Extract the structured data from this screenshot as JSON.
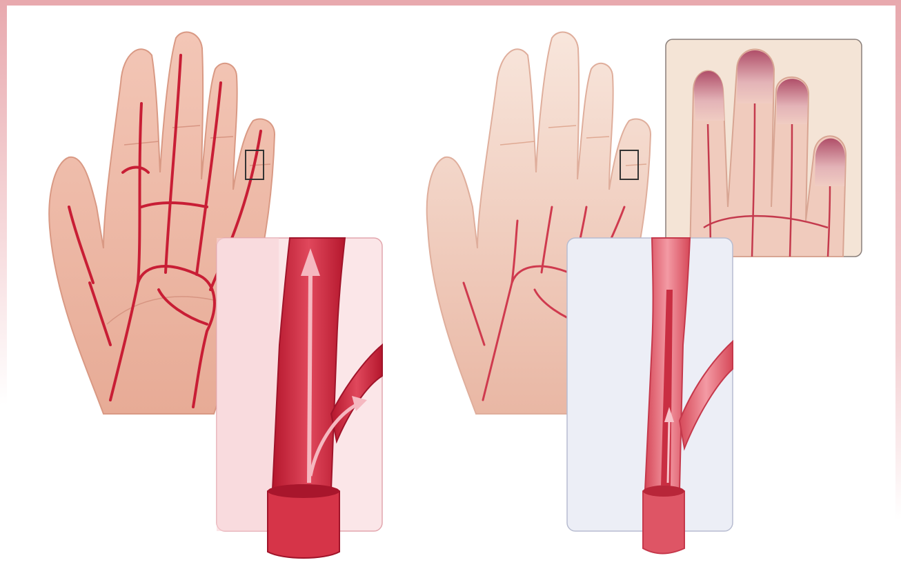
{
  "figure": {
    "panels": [
      {
        "id": "normal",
        "state": "normal blood flow",
        "inset_background": "#fbe6e8",
        "vessel_color": "#c8273b"
      },
      {
        "id": "raynaud",
        "state": "constricted blood flow",
        "inset_background": "#eceef6",
        "vessel_color": "#d34656"
      }
    ],
    "colors": {
      "skin": "#f2c4b0",
      "skin_shadow": "#e3a893",
      "artery": "#c81e35",
      "frame_accent": "#e8a9ae",
      "fingertip_cyanotic": "#b8576e"
    }
  }
}
